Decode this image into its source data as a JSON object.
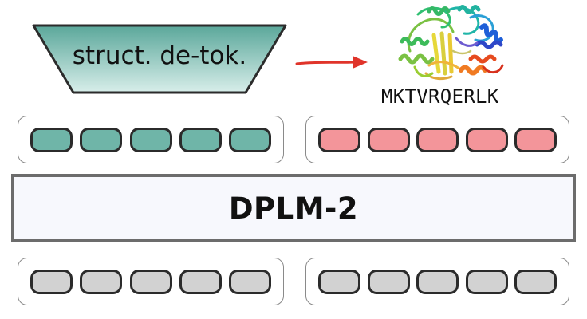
{
  "diagram": {
    "model_label": "DPLM-2",
    "detokenizer_label": "struct. de-tok.",
    "sequence_text": "MKTVRQERLK",
    "token_groups": {
      "structure_output": {
        "color": "#6fb5a8",
        "token_count": 5
      },
      "sequence_output": {
        "color": "#f3959a",
        "token_count": 5
      },
      "structure_input": {
        "color": "#d2d2d2",
        "token_count": 5
      },
      "sequence_input": {
        "color": "#d2d2d2",
        "token_count": 5
      }
    },
    "colors": {
      "arrow": "#e0342a",
      "detokenizer_fill_top": "#5aa79a",
      "detokenizer_fill_bottom": "#d8eeea",
      "model_box_fill": "#f7f8fd",
      "model_box_border": "#6c6c6c"
    },
    "icons": {
      "protein": "protein-structure-icon",
      "arrow": "right-arrow-icon"
    }
  }
}
